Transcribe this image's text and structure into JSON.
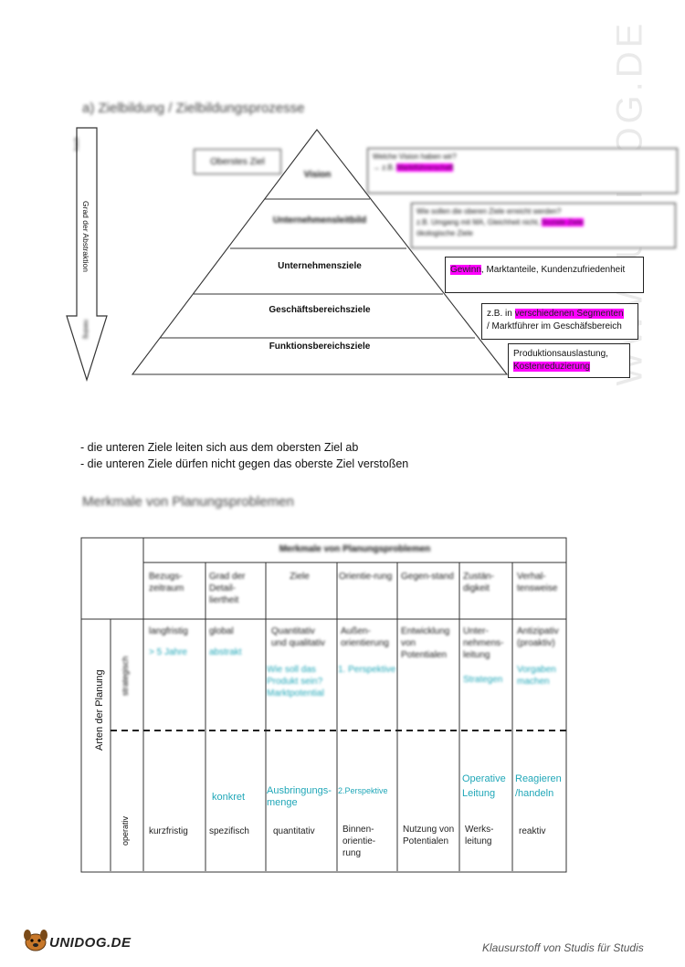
{
  "section_heading": "a) Zielbildung / Zielbildungsprozesse",
  "arrow": {
    "top_label": "hoch",
    "main_label": "Grad der Abstraktion",
    "bottom_label": "niedrig"
  },
  "pyramid": {
    "top_box": "Oberstes Ziel",
    "levels": [
      "Vision",
      "Unternehmensleitbild",
      "Unternehmensziele",
      "Geschäftsbereichsziele",
      "Funktionsbereichsziele"
    ]
  },
  "callouts": {
    "vision": {
      "line1": "Welche Vision haben wir?",
      "line2_prefix": "→ z.B. ",
      "line2_highlight": "Marktführerschaft"
    },
    "leitbild": {
      "line1": "Wie sollen die oberen Ziele erreicht werden?",
      "line2_prefix": "z.B. Umgang mit MA, Gleichheit nicht, ",
      "line2_highlight": "Soziale Ziele",
      "line3": "ökologische Ziele"
    },
    "unternehmensziele": {
      "highlight": "Gewinn",
      "rest": ", Marktanteile, Kundenzufriedenheit"
    },
    "geschaeft": {
      "prefix": "z.B. in ",
      "highlight": "verschiedenen Segmenten",
      "line2": "/ Marktführer im Geschäfsbereich"
    },
    "funktion": {
      "line1": "Produktionsauslastung,",
      "highlight": "Kostenreduzierung"
    }
  },
  "bullets": [
    "- die unteren Ziele leiten sich aus dem obersten Ziel ab",
    "- die unteren Ziele dürfen nicht gegen das oberste Ziel verstoßen"
  ],
  "table_heading": "Merkmale von Planungsproblemen",
  "table": {
    "header": "Merkmale von Planungsproblemen",
    "row_group_label": "Arten der Planung",
    "row_labels": [
      "strategisch",
      "operativ"
    ],
    "columns": [
      "Bezugs-zeitraum",
      "Grad der Detail-liertheit",
      "Ziele",
      "Orientie-rung",
      "Gegen-stand",
      "Zustän-digkeit",
      "Verhal-tensweise"
    ],
    "strategic_black": [
      "langfristig",
      "global",
      "Quantitativ und qualitativ",
      "Außen-orientierung",
      "Entwicklung von Potentialen",
      "Unter-nehmens-leitung",
      "Antizipativ (proaktiv)"
    ],
    "strategic_teal": [
      "> 5 Jahre",
      "abstrakt",
      "Wie soll das Produkt sein? Marktpotential",
      "1. Perspektive",
      "",
      "Strategen",
      "Vorgaben machen"
    ],
    "operative_teal": [
      "",
      "konkret",
      "Ausbringungs-menge",
      "2.Perspektive",
      "",
      "Operative Leitung",
      "Reagieren /handeln"
    ],
    "operative_black": [
      "kurzfristig",
      "spezifisch",
      "quantitativ",
      "Binnen-orientie-rung",
      "Nutzung von Potentialen",
      "Werks-leitung",
      "reaktiv"
    ]
  },
  "watermark": "WWW.UNIDOG.DE",
  "footer": {
    "logo": "UNIDOG.DE",
    "tagline": "Klausurstoff von Studis für Studis"
  }
}
